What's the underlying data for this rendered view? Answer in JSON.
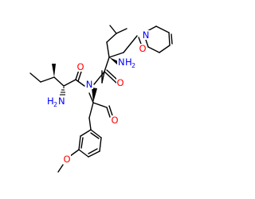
{
  "molecule": {
    "atom_labels": {
      "oxygen_ketone": "O",
      "nitrogen_ring": "N",
      "amine_top_n": "N",
      "amine_top_h": "H",
      "amine_top_sub": "2",
      "oxygen_amide_right": "O",
      "oxygen_amide_left": "O",
      "nitrogen_central": "N",
      "amine_left_h": "H",
      "amine_left_sub": "2",
      "amine_left_n": "N",
      "oxygen_aldehyde": "O",
      "oxygen_methoxy": "O"
    },
    "colors": {
      "bond": "#000000",
      "oxygen": "#ff0000",
      "nitrogen": "#0000ff",
      "background": "#ffffff"
    }
  }
}
